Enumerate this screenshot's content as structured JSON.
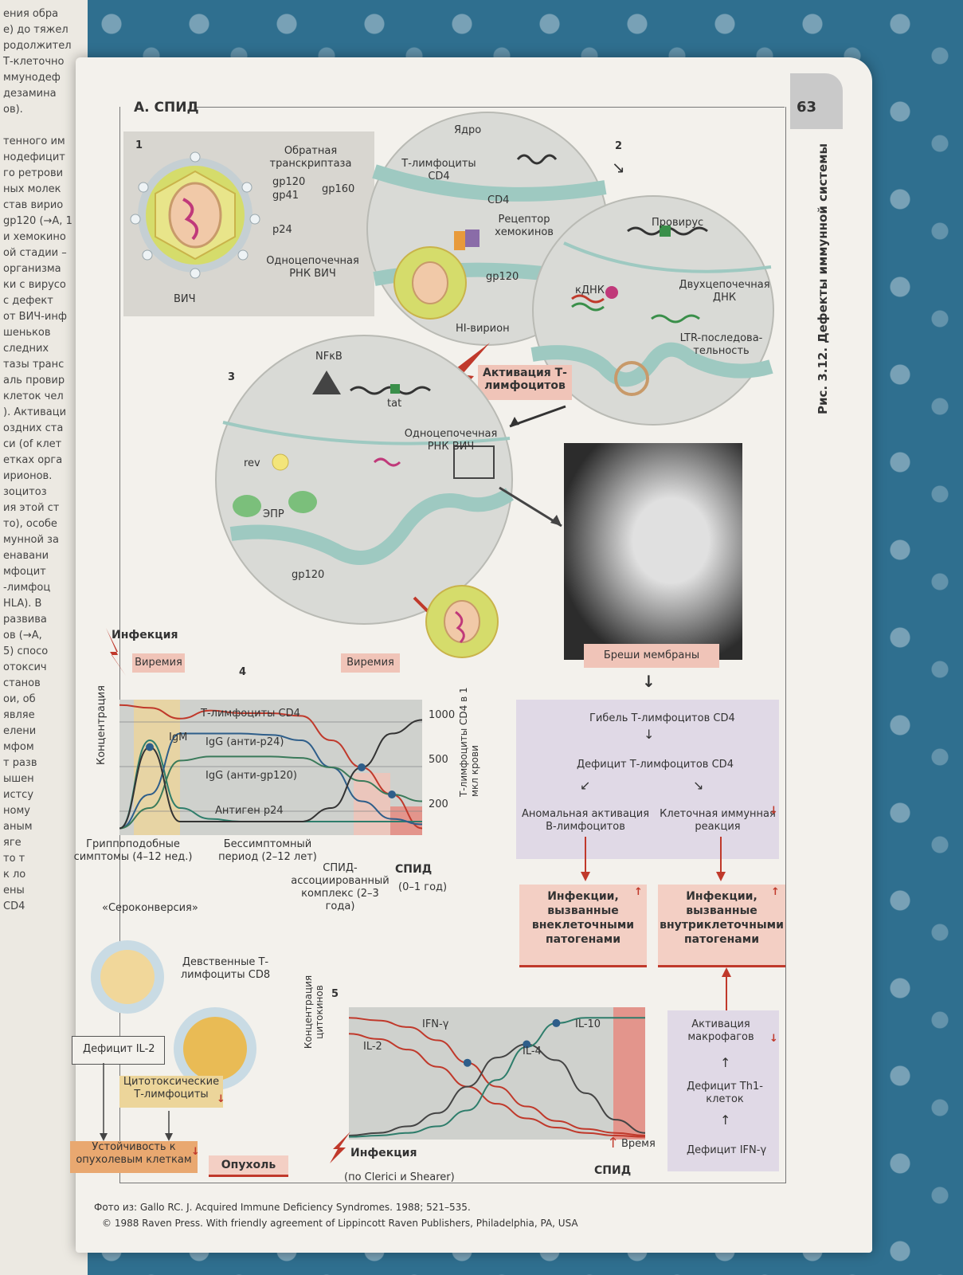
{
  "page": {
    "section_title": "А. СПИД",
    "page_number": "63",
    "side_title": "Рис. 3.12. Дефекты иммунной системы"
  },
  "left_page_lines": [
    "ения обра",
    "е) до тяжел",
    "родолжител",
    "Т-клеточно",
    "ммунодеф",
    "дезамина",
    "ов).",
    "",
    "тенного им",
    "нодефицит",
    "го ретрови",
    "ных молек",
    "став вирио",
    "gp120 (→A, 1",
    "и хемокино",
    "ой стадии –",
    "организма",
    "ки с вирусо",
    "с дефект",
    "от ВИЧ-инф",
    "шеньков",
    "следних",
    "тазы транс",
    "аль провир",
    "клеток чел",
    "). Активаци",
    "оздних ста",
    "си (of клет",
    "етках орга",
    "ирионов.",
    "зоцитоз",
    "ия этой ст",
    "то), особе",
    "мунной за",
    "енавани",
    "мфоцит",
    "-лимфоц",
    "HLA). В",
    "развива",
    "ов (→А,",
    "5) спосо",
    "отоксич",
    "станов",
    "ои, об",
    "являе",
    "елени",
    "мфом",
    "т разв",
    "ышен",
    "истсу",
    "ному",
    "аным",
    "яге",
    "то т",
    "к ло",
    "ены",
    "СD4"
  ],
  "panel1": {
    "num": "1",
    "labels": {
      "rt": "Обратная транскриптаза",
      "gp120": "gp120",
      "gp41": "gp41",
      "gp160": "gp160",
      "p24": "p24",
      "rna": "Одноцепочечная РНК ВИЧ",
      "hiv": "ВИЧ"
    }
  },
  "panel2": {
    "num": "2",
    "labels": {
      "nucleus": "Ядро",
      "tcells": "Т-лимфоциты CD4",
      "cd4": "CD4",
      "receptor": "Рецептор хемокинов",
      "gp120": "gp120",
      "virion": "HI-вирион",
      "provirus": "Провирус",
      "cdna": "кДНК",
      "dsdna": "Двухцепочечная ДНК",
      "ltr": "LTR-последова- тельность"
    }
  },
  "activation": "Активация Т-лимфоцитов",
  "panel3": {
    "num": "3",
    "labels": {
      "nfkb": "NFκB",
      "tat": "tat",
      "rna": "Одноцепочечная РНК ВИЧ",
      "rev": "rev",
      "er": "ЭПР",
      "gp120": "gp120"
    }
  },
  "photo_label": "Бреши мембраны",
  "panel4": {
    "num": "4",
    "infection": "Инфекция",
    "viremia_left": "Виремия",
    "viremia_right": "Виремия",
    "ylabel": "Концентрация",
    "ylabel_right": "Т-лимфоциты CD4 в 1 мкл крови",
    "stage_flu": "Гриппоподобные симптомы (4–12 нед.)",
    "stage_sero": "«Сероконверсия»",
    "stage_asym": "Бессимптомный период (2–12 лет)",
    "stage_arc": "СПИД- ассоциированный комплекс (2–3 года)",
    "stage_aids": "СПИД",
    "stage_aids_dur": "(0–1 год)"
  },
  "chart_data": [
    {
      "type": "line",
      "title": "",
      "xlabel": "",
      "ylabel": "Концентрация",
      "y2label": "Т-лимфоциты CD4 в 1 мкл крови",
      "y2_ticks": [
        1000,
        500,
        200
      ],
      "x": [
        0,
        1,
        2,
        3,
        4,
        5,
        6,
        7,
        8,
        9,
        10
      ],
      "series": [
        {
          "name": "Т-лимфоциты CD4",
          "color": "#c0392b",
          "values": [
            96,
            94,
            86,
            92,
            90,
            90,
            88,
            70,
            50,
            30,
            5
          ]
        },
        {
          "name": "IgM",
          "color": "#2e7d6b",
          "values": [
            5,
            70,
            20,
            12,
            10,
            10,
            10,
            10,
            10,
            10,
            10
          ]
        },
        {
          "name": "IgG (анти-p24)",
          "color": "#2e5e8a",
          "values": [
            5,
            30,
            75,
            75,
            75,
            74,
            70,
            50,
            25,
            12,
            8
          ]
        },
        {
          "name": "IgG (анти-gp120)",
          "color": "#3a7a5a",
          "values": [
            5,
            20,
            55,
            58,
            58,
            58,
            57,
            50,
            40,
            30,
            25
          ]
        },
        {
          "name": "Антиген p24",
          "color": "#333333",
          "values": [
            5,
            65,
            10,
            10,
            10,
            10,
            10,
            20,
            50,
            75,
            85
          ]
        }
      ]
    },
    {
      "type": "line",
      "title": "",
      "xlabel": "Время",
      "ylabel": "Концентрация цитокинов",
      "x": [
        0,
        1,
        2,
        3,
        4,
        5,
        6,
        7,
        8,
        9,
        10
      ],
      "series": [
        {
          "name": "IFN-γ",
          "color": "#c0392b",
          "values": [
            92,
            90,
            85,
            75,
            58,
            40,
            25,
            14,
            8,
            5,
            3
          ]
        },
        {
          "name": "IL-2",
          "color": "#c0392b",
          "values": [
            80,
            76,
            68,
            55,
            40,
            27,
            16,
            9,
            5,
            3,
            2
          ]
        },
        {
          "name": "IL-4",
          "color": "#444444",
          "values": [
            3,
            5,
            10,
            20,
            40,
            62,
            72,
            60,
            35,
            15,
            5
          ]
        },
        {
          "name": "IL-10",
          "color": "#2e7d6b",
          "values": [
            2,
            3,
            5,
            10,
            22,
            45,
            70,
            88,
            92,
            92,
            92
          ]
        }
      ]
    }
  ],
  "flow": {
    "death": "Гибель Т-лимфоцитов CD4",
    "deficit": "Дефицит Т-лимфоцитов CD4",
    "abnormal": "Аномальная активация В-лимфоцитов",
    "cellular": "Клеточная иммунная реакция",
    "extra": "Инфекции, вызванные внеклеточными патогенами",
    "intra": "Инфекции, вызванные внутриклеточными патогенами",
    "macro": "Активация макрофагов",
    "th1": "Дефицит Th1-клеток",
    "ifn": "Дефицит IFN-γ"
  },
  "panel5": {
    "num": "5",
    "naive": "Девственные Т-лимфоциты CD8",
    "il2def": "Дефицит IL-2",
    "ctl": "Цитотоксические Т-лимфоциты",
    "resist": "Устойчивость к опухолевым клеткам",
    "tumor": "Опухоль",
    "ylabel": "Концентрация цитокинов",
    "ifn": "IFN-γ",
    "il2": "IL-2",
    "il4": "IL-4",
    "il10": "IL-10",
    "time": "Время",
    "infection": "Инфекция",
    "source": "(по Clerici и Shearer)",
    "aids": "СПИД"
  },
  "footer": {
    "line1": "Фото из: Gallo RC. J. Acquired Immune Deficiency Syndromes. 1988; 521–535.",
    "line2": "© 1988 Raven Press. With friendly agreement of Lippincott Raven Publishers, Philadelphia, PA, USA"
  },
  "colors": {
    "accent_red": "#c0392b",
    "teal": "#6fb5a8",
    "pink": "#f0c4b8",
    "lavender": "#e0d9e6",
    "yellow": "#e8d76a"
  }
}
